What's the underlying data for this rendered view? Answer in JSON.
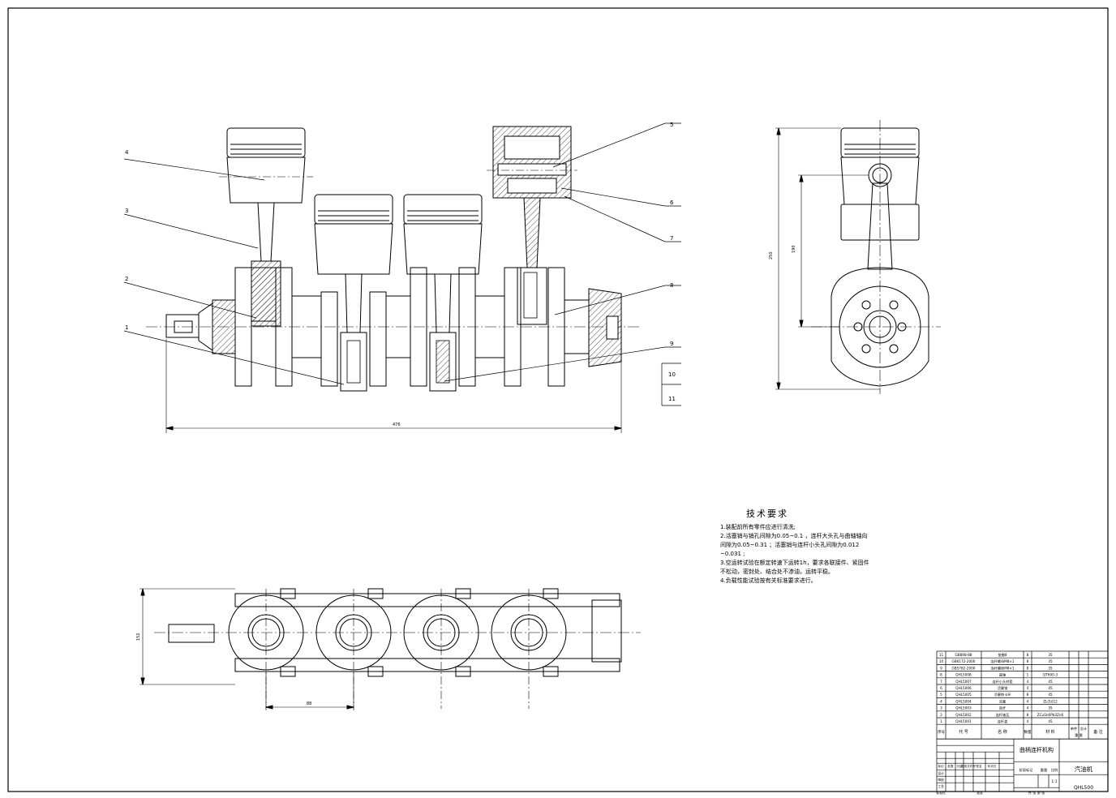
{
  "balloons": [
    "1",
    "2",
    "3",
    "4",
    "5",
    "6",
    "7",
    "8",
    "9",
    "10",
    "11"
  ],
  "dimensions": {
    "overall_length": "476",
    "side_height_outer": "250",
    "side_height_inner": "190",
    "plan_height": "152",
    "plan_pitch": "88"
  },
  "tech_requirements": {
    "title": "技术要求",
    "lines": [
      "1.装配前所有零件应进行清洗;",
      "2.活塞销与销孔间隙为0.05~0.1  ，连杆大头孔与曲轴轴向",
      "  间隙为0.05~0.31  ；活塞销与连杆小头孔间隙为0.012",
      "  ~0.031  ;",
      "3.空运转试验在额定转速下运转1h，要求各联接件、紧固件",
      "  不松动，密封处、结合处不渗油，运转平稳。",
      "4.负载性能试验按有关标准要求进行。"
    ]
  },
  "parts_list": [
    {
      "no": "11",
      "code": "GB898-88",
      "name": "垫圈8",
      "qty": "8",
      "mat": "35"
    },
    {
      "no": "10",
      "code": "GB6172-2000",
      "name": "连杆螺母M8×1",
      "qty": "8",
      "mat": "35"
    },
    {
      "no": "9",
      "code": "GB5782-2000",
      "name": "连杆螺栓M8×1",
      "qty": "8",
      "mat": "35"
    },
    {
      "no": "8",
      "code": "QHL5008",
      "name": "曲轴",
      "qty": "1",
      "mat": "QT600-3"
    },
    {
      "no": "7",
      "code": "QHL5007",
      "name": "连杆小头衬套",
      "qty": "4",
      "mat": "45"
    },
    {
      "no": "6",
      "code": "QHL5006",
      "name": "活塞销",
      "qty": "4",
      "mat": "45"
    },
    {
      "no": "5",
      "code": "QHL5005",
      "name": "活塞销卡环",
      "qty": "8",
      "mat": "45"
    },
    {
      "no": "4",
      "code": "QHL5004",
      "name": "活塞",
      "qty": "4",
      "mat": "ZL(Si)12"
    },
    {
      "no": "3",
      "code": "QHL5003",
      "name": "连杆",
      "qty": "4",
      "mat": "35"
    },
    {
      "no": "2",
      "code": "QHL5002",
      "name": "连杆轴瓦",
      "qty": "8",
      "mat": "ZCuSn6Pb3Zn6"
    },
    {
      "no": "1",
      "code": "QHL5001",
      "name": "连杆盖",
      "qty": "4",
      "mat": "45"
    }
  ],
  "parts_header": {
    "no": "序号",
    "code": "代  号",
    "name": "名  称",
    "qty": "数量",
    "mat": "材  料",
    "unit_weight": "单件",
    "total_weight": "总计",
    "weight": "重  量",
    "note": "备  注"
  },
  "title_block": {
    "drawing_title": "曲柄连杆机构",
    "product": "汽油机",
    "drawing_no": "QHL500",
    "scale": "1:1",
    "stage_mark": "阶段标记",
    "weight_label": "重量",
    "scale_label": "比例",
    "sheets": "共 张  第 张",
    "revision_labels": [
      "标记",
      "处数",
      "分区",
      "更改文件号",
      "签名",
      "年月日"
    ],
    "role_labels": [
      "设计",
      "审核",
      "工艺",
      "标准化",
      "批准"
    ]
  }
}
